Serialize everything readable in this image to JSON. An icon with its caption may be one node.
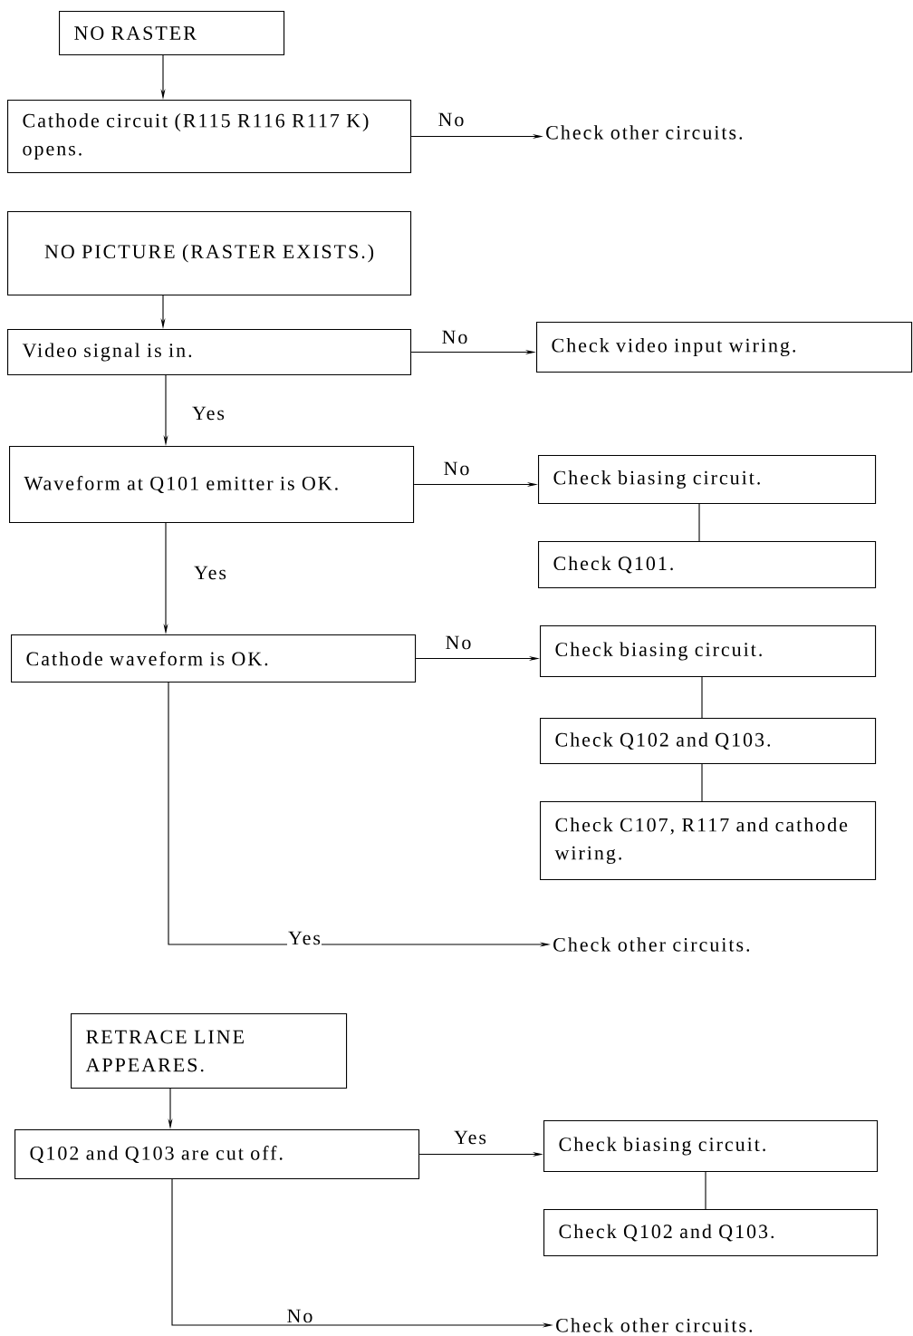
{
  "diagram": {
    "nodes": [
      {
        "text": [
          "NO RASTER"
        ]
      },
      {
        "text": [
          "Cathode circuit (R115 R116 R117 K) opens."
        ]
      },
      {
        "text": [
          "Check other circuits."
        ]
      },
      {
        "text": [
          "NO PICTURE (RASTER EXISTS.)"
        ]
      },
      {
        "text": [
          "Video signal is in."
        ]
      },
      {
        "text": [
          "Check video input wiring."
        ]
      },
      {
        "text": [
          "Waveform at Q101 emitter is OK."
        ]
      },
      {
        "text": [
          "Check biasing circuit."
        ]
      },
      {
        "text": [
          "Check Q101."
        ]
      },
      {
        "text": [
          "Cathode waveform is OK."
        ]
      },
      {
        "text": [
          "Check biasing circuit."
        ]
      },
      {
        "text": [
          "Check Q102 and Q103."
        ]
      },
      {
        "text": [
          "Check C107, R117 and cathode wiring."
        ]
      },
      {
        "text": [
          "Check other circuits."
        ]
      },
      {
        "text": [
          "RETRACE LINE APPEARES."
        ]
      },
      {
        "text": [
          "Q102 and Q103 are cut off."
        ]
      },
      {
        "text": [
          "Check biasing circuit."
        ]
      },
      {
        "text": [
          "Check Q102 and Q103."
        ]
      },
      {
        "text": [
          "Check other circuits."
        ]
      }
    ],
    "edges": [
      {
        "from": 0,
        "to": 1,
        "arrow": "to"
      },
      {
        "from": 1,
        "to": 2,
        "arrow": "to",
        "label": "No"
      },
      {
        "from": 3,
        "to": 4,
        "arrow": "to"
      },
      {
        "from": 4,
        "to": 5,
        "arrow": "to",
        "label": "No"
      },
      {
        "from": 4,
        "to": 6,
        "arrow": "to",
        "label": "Yes"
      },
      {
        "from": 6,
        "to": 7,
        "arrow": "to",
        "label": "No"
      },
      {
        "from": 7,
        "to": 8,
        "arrow": "none"
      },
      {
        "from": 6,
        "to": 9,
        "arrow": "to",
        "label": "Yes"
      },
      {
        "from": 9,
        "to": 10,
        "arrow": "to",
        "label": "No"
      },
      {
        "from": 10,
        "to": 11,
        "arrow": "none"
      },
      {
        "from": 11,
        "to": 12,
        "arrow": "none"
      },
      {
        "from": 9,
        "to": 13,
        "arrow": "to",
        "label": "Yes"
      },
      {
        "from": 14,
        "to": 15,
        "arrow": "to"
      },
      {
        "from": 15,
        "to": 16,
        "arrow": "to",
        "label": "Yes"
      },
      {
        "from": 16,
        "to": 17,
        "arrow": "none"
      },
      {
        "from": 15,
        "to": 18,
        "arrow": "to",
        "label": "No"
      }
    ]
  }
}
